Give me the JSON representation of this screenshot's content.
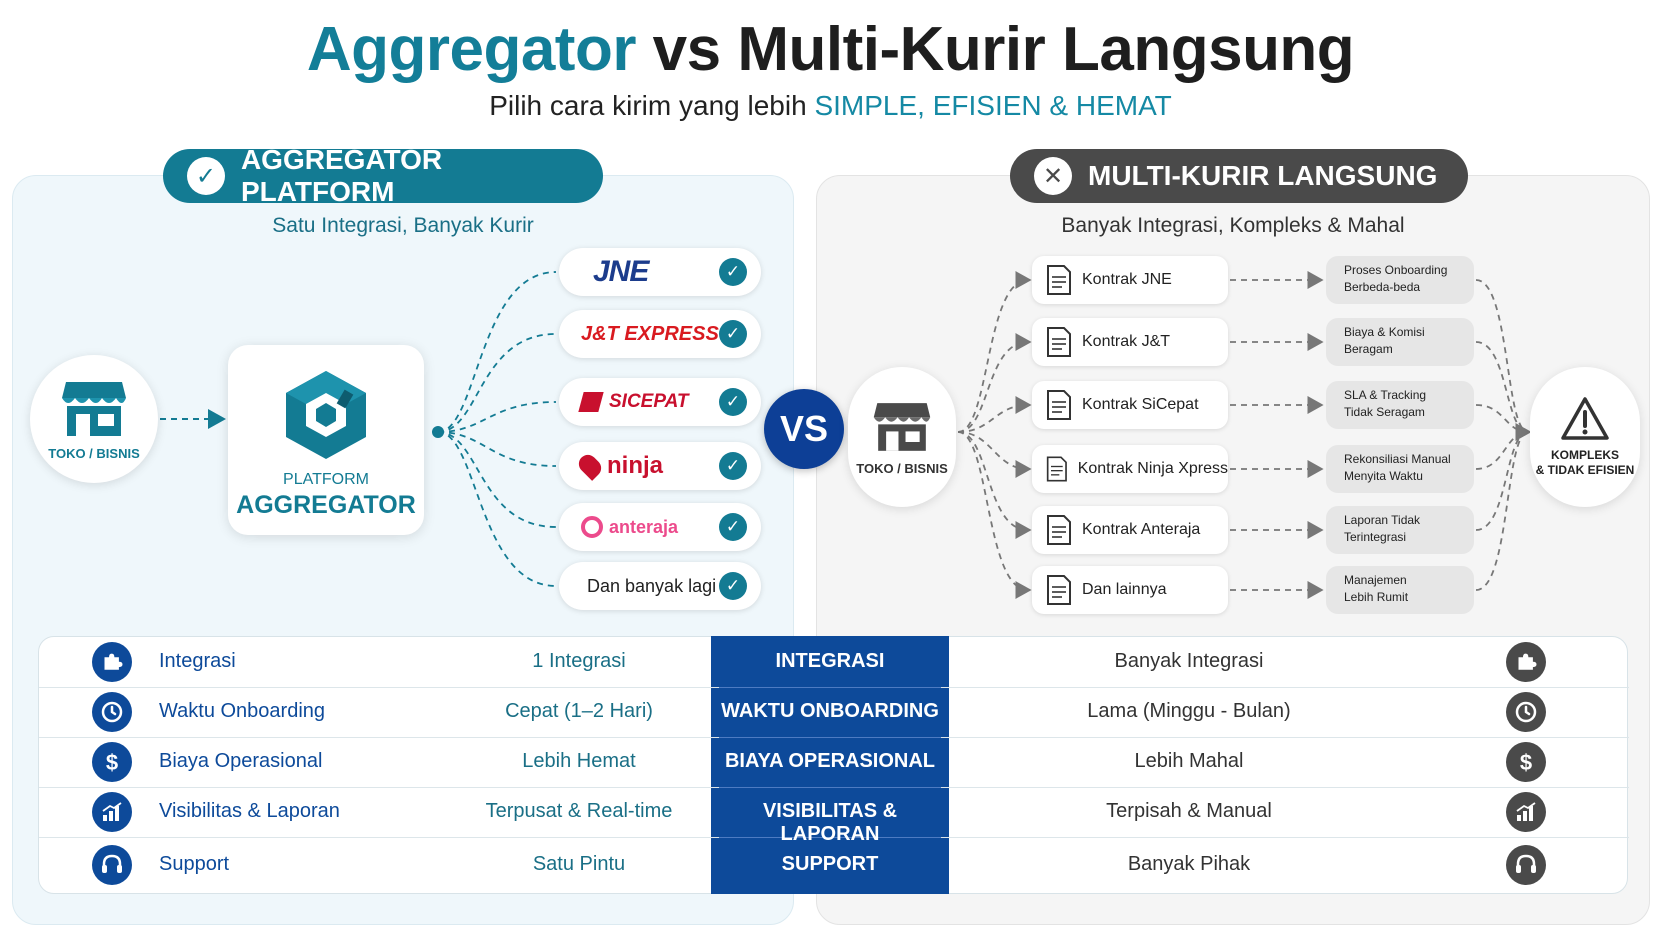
{
  "header": {
    "title_accent": "Aggregator",
    "title_rest": " vs Multi-Kurir Langsung",
    "subtitle_plain": "Pilih cara kirim yang lebih ",
    "subtitle_accent": "SIMPLE, EFISIEN & HEMAT"
  },
  "left": {
    "pill_label": "AGGREGATOR PLATFORM",
    "pill_icon": "check-icon",
    "caption": "Satu Integrasi, Banyak Kurir",
    "store_label": "TOKO / BISNIS",
    "platform_label_small": "PLATFORM",
    "platform_label_big": "AGGREGATOR",
    "couriers": [
      "JNE",
      "J&T EXPRESS",
      "SICEPAT",
      "ninja",
      "anteraja",
      "Dan banyak lagi"
    ]
  },
  "vs_label": "VS",
  "right": {
    "pill_label": "MULTI-KURIR LANGSUNG",
    "pill_icon": "x-icon",
    "caption": "Banyak Integrasi, Kompleks & Mahal",
    "store_label": "TOKO / BISNIS",
    "contracts": [
      "Kontrak JNE",
      "Kontrak J&T",
      "Kontrak SiCepat",
      "Kontrak Ninja Xpress",
      "Kontrak Anteraja",
      "Dan lainnya"
    ],
    "issues": [
      [
        "Proses Onboarding",
        "Berbeda-beda"
      ],
      [
        "Biaya & Komisi",
        "Beragam"
      ],
      [
        "SLA & Tracking",
        "Tidak Seragam"
      ],
      [
        "Rekonsiliasi Manual",
        "Menyita Waktu"
      ],
      [
        "Laporan Tidak",
        "Terintegrasi"
      ],
      [
        "Manajemen",
        "Lebih Rumit"
      ]
    ],
    "warning_line1": "KOMPLEKS",
    "warning_line2": "& TIDAK EFISIEN"
  },
  "comparison": [
    {
      "icon": "puzzle-icon",
      "label": "Integrasi",
      "left": "1 Integrasi",
      "center": "INTEGRASI",
      "right": "Banyak Integrasi"
    },
    {
      "icon": "clock-icon",
      "label": "Waktu Onboarding",
      "left": "Cepat (1–2 Hari)",
      "center": "WAKTU ONBOARDING",
      "right": "Lama (Minggu - Bulan)"
    },
    {
      "icon": "dollar-icon",
      "label": "Biaya Operasional",
      "left": "Lebih Hemat",
      "center": "BIAYA OPERASIONAL",
      "right": "Lebih Mahal"
    },
    {
      "icon": "chart-icon",
      "label": "Visibilitas & Laporan",
      "left": "Terpusat & Real-time",
      "center": "VISIBILITAS & LAPORAN",
      "right": "Terpisah & Manual"
    },
    {
      "icon": "headset-icon",
      "label": "Support",
      "left": "Satu Pintu",
      "center": "SUPPORT",
      "right": "Banyak Pihak"
    }
  ],
  "colors": {
    "teal": "#137b93",
    "navy": "#0d4a9a",
    "dark_gray": "#4a4a4a",
    "jne_blue": "#1c3c8c",
    "jnt_red": "#d91a20",
    "sicepat_red": "#c8102e",
    "ninja_red": "#c8102e",
    "anteraja_pink": "#ec4b8c"
  }
}
